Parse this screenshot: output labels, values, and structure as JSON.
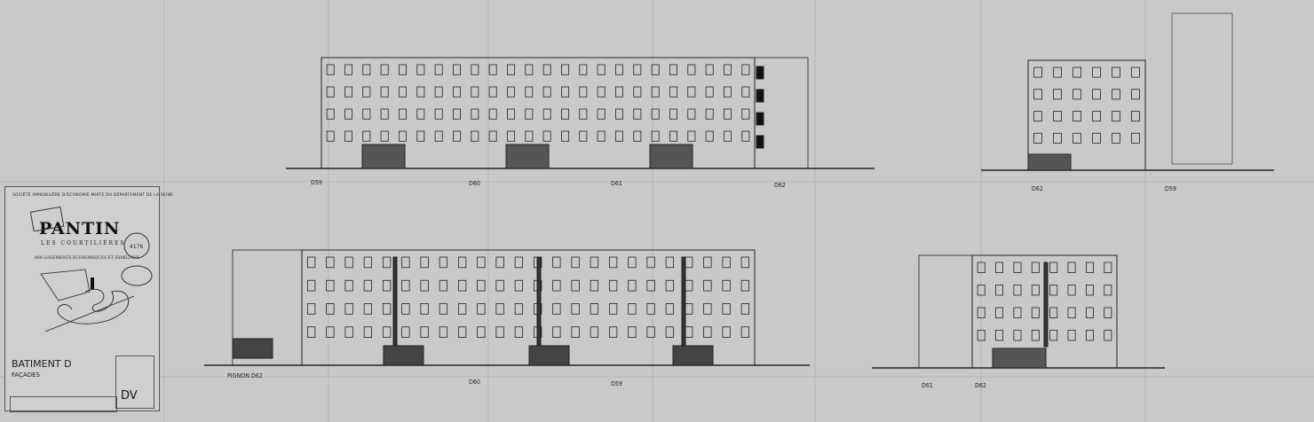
{
  "title_block": {
    "organization": "SOCIÉTÉ IMMOBILIÈRE D'ÉCONOMIE MIXTE DU DÉPARTEMENT DE LA SEINE",
    "town": "PANTIN",
    "site": "LES COURTILIÈRES",
    "housing": "800 LOGEMENTS ÉCONOMIQUES ET FAMILIAUX",
    "building": "BATIMENT D",
    "sheet_subject": "FAÇADES",
    "drawing_code": "DV",
    "archive_number": "4176"
  },
  "elevations": [
    {
      "labels": [
        "D59",
        "D60",
        "D61",
        "D62"
      ]
    },
    {
      "labels": [
        "D62",
        "D59"
      ]
    },
    {
      "labels": [
        "PIGNON D62",
        "D60",
        "D59"
      ]
    },
    {
      "labels": [
        "D61",
        "D62"
      ]
    }
  ],
  "colors": {
    "paper": "#c9c9c9",
    "ink": "#1a1a1a"
  }
}
